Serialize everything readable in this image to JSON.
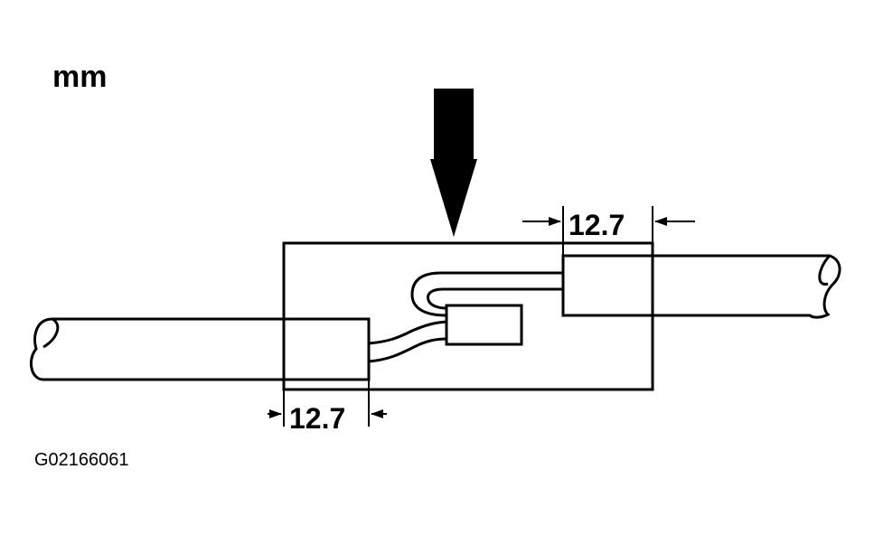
{
  "units_label": "mm",
  "dimensions": {
    "left_overlap": "12.7",
    "right_overlap": "12.7"
  },
  "figure_id": "G02166061",
  "colors": {
    "line": "#000000",
    "background": "#ffffff"
  }
}
